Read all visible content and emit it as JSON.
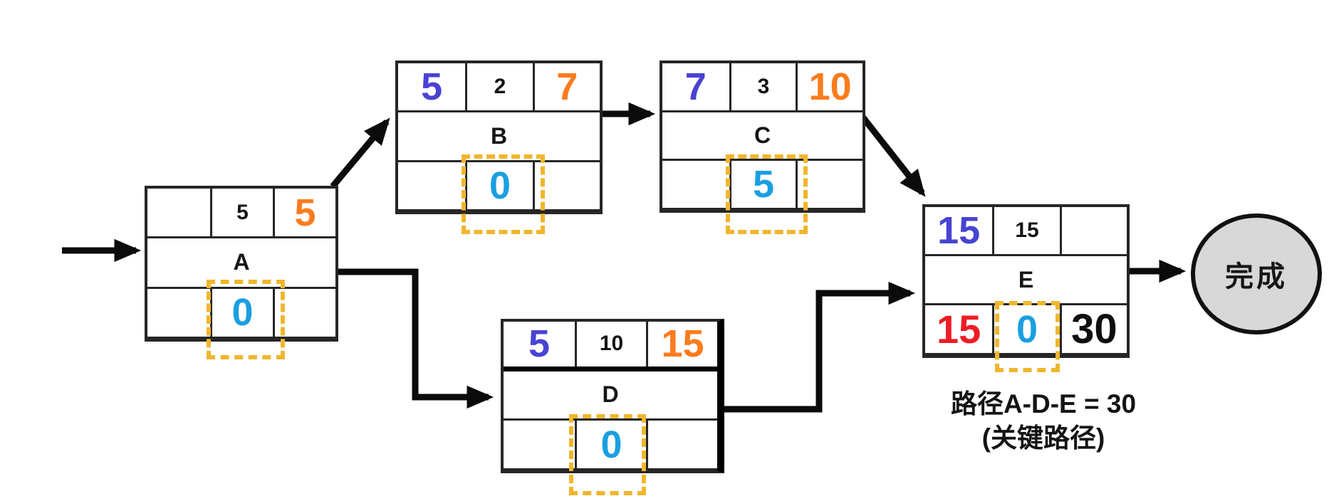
{
  "diagram": {
    "title_hint": "critical-path activity network",
    "nodes": [
      {
        "id": "A",
        "label": "A",
        "top": [
          "",
          "5",
          "5"
        ],
        "bottom": [
          "",
          "0",
          ""
        ]
      },
      {
        "id": "B",
        "label": "B",
        "top": [
          "5",
          "2",
          "7"
        ],
        "bottom": [
          "",
          "0",
          ""
        ]
      },
      {
        "id": "C",
        "label": "C",
        "top": [
          "7",
          "3",
          "10"
        ],
        "bottom": [
          "",
          "5",
          ""
        ]
      },
      {
        "id": "D",
        "label": "D",
        "top": [
          "5",
          "10",
          "15"
        ],
        "bottom": [
          "",
          "0",
          ""
        ]
      },
      {
        "id": "E",
        "label": "E",
        "top": [
          "15",
          "15",
          ""
        ],
        "bottom": [
          "15",
          "0",
          "30"
        ]
      }
    ],
    "finish": {
      "label": "完成"
    },
    "annotation": {
      "line1": "路径A-D-E = 30",
      "line2": "(关键路径)"
    },
    "edges": [
      {
        "from": "start",
        "to": "A"
      },
      {
        "from": "A",
        "to": "B"
      },
      {
        "from": "B",
        "to": "C"
      },
      {
        "from": "C",
        "to": "E"
      },
      {
        "from": "A",
        "to": "D"
      },
      {
        "from": "D",
        "to": "E"
      },
      {
        "from": "E",
        "to": "finish"
      }
    ],
    "colors": {
      "early_start": "#4943d2",
      "duration": "#141414",
      "early_finish": "#fb7c1d",
      "slack": "#1a9fe0",
      "late_start_critical": "#ee1c25",
      "late_finish": "#0e0e0e",
      "slack_highlight_dashed": "#f0b62c",
      "connector": "#0b0b0b",
      "finish_fill": "#d8d8d8",
      "background": "#ffffff"
    }
  }
}
